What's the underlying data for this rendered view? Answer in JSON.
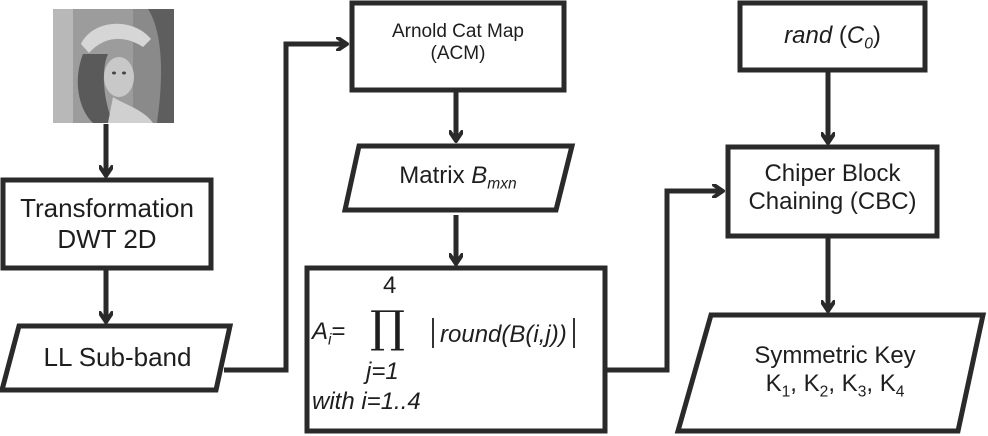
{
  "diagram": {
    "input_image": {
      "icon": "portrait-photo-icon",
      "description": "grayscale portrait photo"
    },
    "nodes": {
      "transformation": {
        "line1": "Transformation",
        "line2": "DWT 2D"
      },
      "ll_subband": {
        "label": "LL Sub-band"
      },
      "acm": {
        "line1": "Arnold Cat Map",
        "line2": "(ACM)"
      },
      "matrix": {
        "label": "Matrix ",
        "var": "B",
        "sub": "mxn"
      },
      "formula": {
        "lhs_var": "A",
        "lhs_sub": "i",
        "equals": "=",
        "product_symbol": "∏",
        "upper": "4",
        "lower": "j=1",
        "body": "round(B(i,j))",
        "note": "with i=1..4"
      },
      "rand": {
        "func": "rand",
        "open": " (",
        "var": "C",
        "sub": "0",
        "close": ")"
      },
      "cbc": {
        "line1": "Chiper Block",
        "line2": "Chaining (CBC)"
      },
      "symmetric_key": {
        "line1": "Symmetric Key",
        "keys": [
          {
            "base": "K",
            "sub": "1"
          },
          {
            "base": "K",
            "sub": "2"
          },
          {
            "base": "K",
            "sub": "3"
          },
          {
            "base": "K",
            "sub": "4"
          }
        ],
        "separator": ", "
      }
    },
    "edges": [
      {
        "from": "input_image",
        "to": "transformation"
      },
      {
        "from": "transformation",
        "to": "ll_subband"
      },
      {
        "from": "ll_subband",
        "to": "acm"
      },
      {
        "from": "acm",
        "to": "matrix"
      },
      {
        "from": "matrix",
        "to": "formula"
      },
      {
        "from": "formula",
        "to": "cbc"
      },
      {
        "from": "rand",
        "to": "cbc"
      },
      {
        "from": "cbc",
        "to": "symmetric_key"
      }
    ],
    "colors": {
      "stroke": "#2a2a2a",
      "text": "#1e1e1e",
      "background": "#ffffff"
    }
  }
}
